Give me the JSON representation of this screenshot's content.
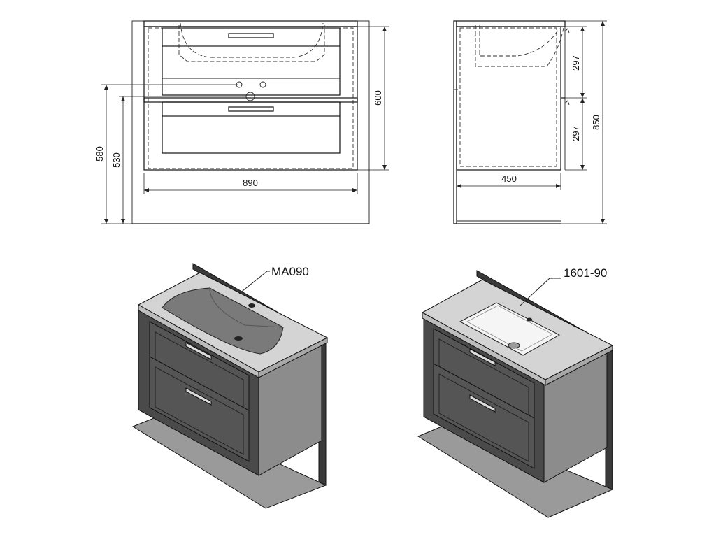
{
  "front_view": {
    "dims": {
      "width": "890",
      "height_total": "600",
      "height_580": "580",
      "height_530": "530"
    }
  },
  "side_view": {
    "dims": {
      "depth": "450",
      "height_total": "850",
      "drawer_upper": "297",
      "drawer_lower": "297"
    }
  },
  "variants": [
    {
      "label": "MA090"
    },
    {
      "label": "1601-90"
    }
  ],
  "colors": {
    "line": "#222222",
    "cabinet_front": "#4a4a4a",
    "cabinet_side": "#8c8c8c",
    "countertop": "#d4d4d4",
    "basin_dark": "#7a7a7a",
    "basin_white": "#f5f5f5",
    "shelf": "#9a9a9a",
    "back_panel": "#3a3a3a"
  }
}
